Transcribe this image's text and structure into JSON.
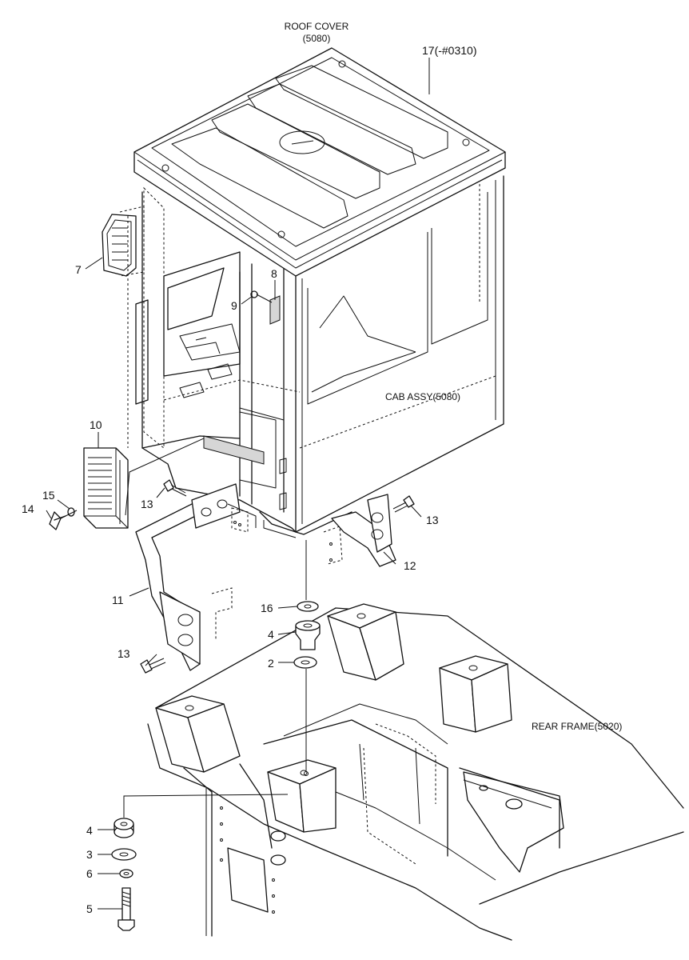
{
  "labels": {
    "roof_cover": "ROOF COVER",
    "roof_cover_code": "(5080)",
    "part_17": "17(-#0310)",
    "cab_assy": "CAB ASSY(5080)",
    "rear_frame": "REAR FRAME(5020)"
  },
  "callouts": {
    "p7": "7",
    "p8": "8",
    "p9": "9",
    "p10": "10",
    "p11": "11",
    "p12": "12",
    "p13a": "13",
    "p13b": "13",
    "p13c": "13",
    "p14": "14",
    "p15": "15",
    "p16": "16",
    "p4a": "4",
    "p2": "2",
    "p4b": "4",
    "p3": "3",
    "p6": "6",
    "p5": "5"
  }
}
